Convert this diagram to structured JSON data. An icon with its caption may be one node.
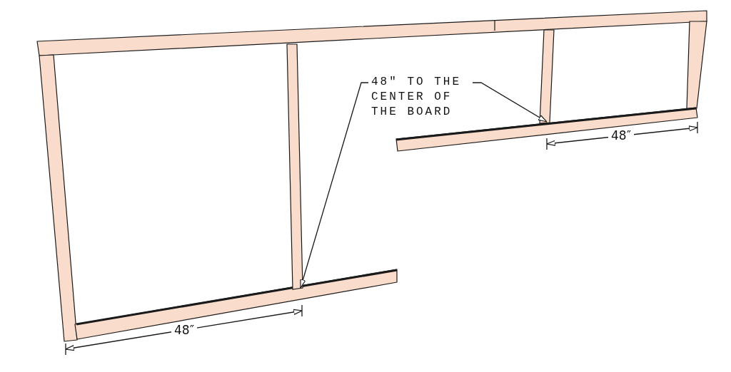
{
  "diagram": {
    "nodes": [
      {
        "text": [
          "48″ TO THE CENTER OF THE BOARD"
        ]
      },
      {
        "text": [],
        "shape": "bar"
      },
      {
        "text": [],
        "shape": "bar"
      }
    ],
    "edges": [
      {
        "from": 0,
        "to": 1,
        "arrow": "to"
      },
      {
        "from": 0,
        "to": 2,
        "arrow": "to"
      }
    ],
    "labels": [
      "48″",
      "48″"
    ]
  }
}
